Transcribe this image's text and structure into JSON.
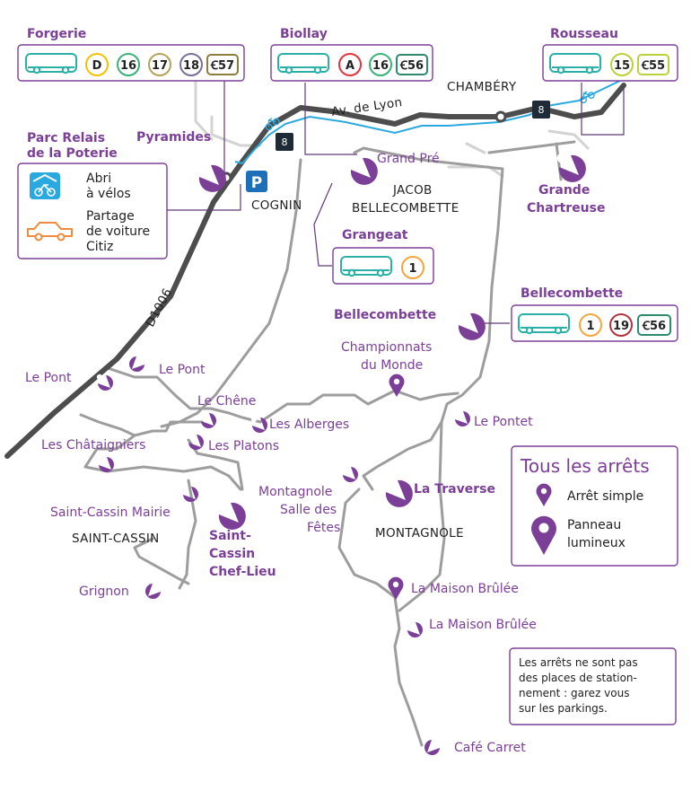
{
  "colors": {
    "purple": "#7b3f98",
    "teal": "#2ab0a6",
    "bike_blue": "#2aa9e0",
    "parking_blue": "#1d6fb8",
    "road_main": "#4d4d4d",
    "road_secondary": "#9d9d9d",
    "line_A": "#e2323c",
    "line_D": "#f2c200",
    "line_1": "#f4a63d",
    "line_15": "#b9d13a",
    "line_16": "#39b27a",
    "line_17": "#b7a25b",
    "line_18": "#7a6e9b",
    "line_19": "#b4343c",
    "line_C55": "#b9d13a",
    "line_C56": "#2d8a6a",
    "line_C57": "#8b7d3d"
  },
  "stop_boxes": {
    "forgerie": {
      "title": "Forgerie",
      "lines": [
        "D",
        "16",
        "17",
        "18",
        "C57"
      ]
    },
    "biollay": {
      "title": "Biollay",
      "lines": [
        "A",
        "16",
        "C56"
      ]
    },
    "rousseau": {
      "title": "Rousseau",
      "lines": [
        "15",
        "C55"
      ]
    },
    "grangeat": {
      "title": "Grangeat",
      "lines": [
        "1"
      ]
    },
    "bellecombette": {
      "title": "Bellecombette",
      "lines": [
        "1",
        "19",
        "C56"
      ]
    }
  },
  "parc_relais": {
    "title_line1": "Parc Relais",
    "title_line2": "de la Poterie",
    "bike_label_line1": "Abri",
    "bike_label_line2": "à vélos",
    "car_label_line1": "Partage",
    "car_label_line2": "de voiture",
    "car_label_line3": "Citiz",
    "bike_icon": "bicycle-shelter-icon",
    "car_icon": "car-sharing-icon"
  },
  "places": {
    "chambery": "CHAMBÉRY",
    "cognin": "COGNIN",
    "jacob_line1": "JACOB",
    "jacob_line2": "BELLECOMBETTE",
    "saint_cassin": "SAINT-CASSIN",
    "montagnole": "MONTAGNOLE"
  },
  "roads": {
    "av_de_lyon": "Av. de Lyon",
    "d1006": "D1006",
    "route_8": "8",
    "parking_sign": "P"
  },
  "stops": {
    "pyramides": "Pyramides",
    "grand_pre": "Grand Pré",
    "grande_chartreuse_line1": "Grande",
    "grande_chartreuse_line2": "Chartreuse",
    "bellecombette": "Bellecombette",
    "championnats_line1": "Championnats",
    "championnats_line2": "du Monde",
    "le_pont_1": "Le Pont",
    "le_pont_2": "Le Pont",
    "le_chene": "Le Chêne",
    "les_alberges": "Les Alberges",
    "les_chataigniers": "Les Châtaigniers",
    "les_platons": "Les Platons",
    "le_pontet": "Le Pontet",
    "montagnole_salle_line1": "Montagnole",
    "montagnole_salle_line2": "Salle des",
    "montagnole_salle_line3": "Fêtes",
    "la_traverse": "La Traverse",
    "saint_cassin_mairie": "Saint-Cassin Mairie",
    "saint_cassin_cl_line1": "Saint-",
    "saint_cassin_cl_line2": "Cassin",
    "saint_cassin_cl_line3": "Chef-Lieu",
    "grignon": "Grignon",
    "maison_brulee_1": "La Maison Brûlée",
    "maison_brulee_2": "La Maison Brûlée",
    "cafe_carret": "Café Carret"
  },
  "legend": {
    "title": "Tous les arrêts",
    "simple_stop": "Arrêt simple",
    "panel_line1": "Panneau",
    "panel_line2": "lumineux"
  },
  "note": {
    "line1": "Les arrêts ne sont pas",
    "line2": "des places de station-",
    "line3": "nement : garez vous",
    "line4": "sur les parkings."
  }
}
